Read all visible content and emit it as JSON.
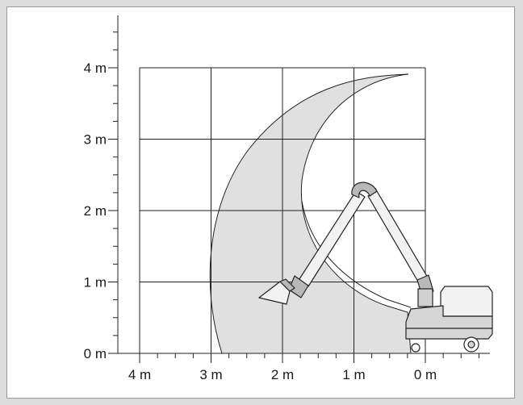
{
  "diagram": {
    "y_axis": {
      "unit": "m",
      "ticks": [
        {
          "value": 0,
          "label": "0 m"
        },
        {
          "value": 1,
          "label": "1 m"
        },
        {
          "value": 2,
          "label": "2 m"
        },
        {
          "value": 3,
          "label": "3 m"
        },
        {
          "value": 4,
          "label": "4 m"
        }
      ],
      "minor_per_major": 4
    },
    "x_axis": {
      "unit": "m",
      "reversed": true,
      "ticks": [
        {
          "value": 4,
          "label": "4 m"
        },
        {
          "value": 3,
          "label": "3 m"
        },
        {
          "value": 2,
          "label": "2 m"
        },
        {
          "value": 1,
          "label": "1 m"
        },
        {
          "value": 0,
          "label": "0 m"
        }
      ],
      "minor_per_major": 4
    },
    "grid": true,
    "colors": {
      "page_background": "#dcdcdc",
      "panel_background": "#ffffff",
      "reach_area": "#e0e0e0",
      "line": "#222222",
      "arm_fill": "#f2f2f2",
      "joint_fill": "#b8b8b8"
    },
    "icons": [
      "extraction-arm-icon",
      "fume-extractor-unit-icon",
      "nozzle-hood-icon"
    ]
  }
}
